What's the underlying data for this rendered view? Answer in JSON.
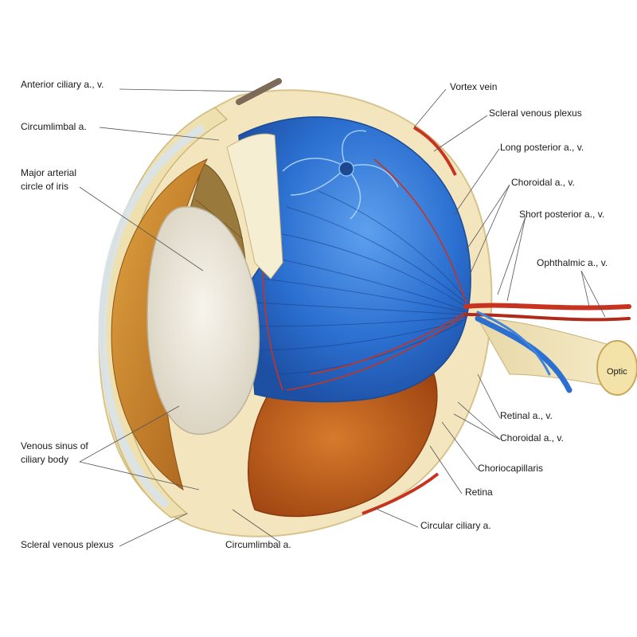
{
  "colors": {
    "sclera": "#f3e6bf",
    "choroid_blue": "#2b6fd0",
    "iris_brown": "#c9822c",
    "retina_orange": "#c25a14",
    "artery_red": "#c8331f",
    "leader_line": "#555555"
  },
  "labels": {
    "anterior_ciliary": "Anterior ciliary a., v.",
    "circumlimbal_top": "Circumlimbal a.",
    "major_arterial": "Major arterial\ncircle of iris",
    "venous_sinus": "Venous sinus of\nciliary body",
    "scleral_plexus_bottom": "Scleral venous plexus",
    "circumlimbal_bottom": "Circumlimbal a.",
    "vortex_vein": "Vortex vein",
    "scleral_plexus_top": "Scleral venous plexus",
    "long_posterior": "Long posterior a., v.",
    "choroidal_top": "Choroidal a., v.",
    "short_posterior": "Short posterior a., v.",
    "ophthalmic": "Ophthalmic a., v.",
    "optic": "Optic",
    "retinal": "Retinal a., v.",
    "choroidal_bottom": "Choroidal a., v.",
    "choriocapillaris": "Choriocapillaris",
    "retina": "Retina",
    "circular_ciliary": "Circular ciliary a."
  }
}
